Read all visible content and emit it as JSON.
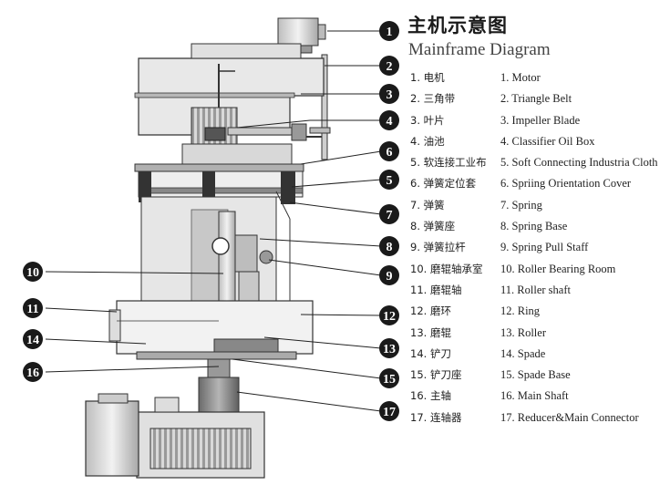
{
  "title_cn": "主机示意图",
  "title_en": "Mainframe Diagram",
  "legend": [
    {
      "cn": "1. 电机",
      "en": "1. Motor"
    },
    {
      "cn": "2. 三角带",
      "en": "2. Triangle Belt"
    },
    {
      "cn": "3. 叶片",
      "en": "3. Impeller Blade"
    },
    {
      "cn": "4. 油池",
      "en": "4. Classifier Oil Box"
    },
    {
      "cn": "5. 软连接工业布",
      "en": "5. Soft Connecting Industria Cloth"
    },
    {
      "cn": "6. 弹簧定位套",
      "en": "6. Spriing Orientation Cover"
    },
    {
      "cn": "7. 弹簧",
      "en": "7. Spring"
    },
    {
      "cn": "8. 弹簧座",
      "en": "8. Spring Base"
    },
    {
      "cn": "9. 弹簧拉杆",
      "en": "9. Spring Pull Staff"
    },
    {
      "cn": "10. 磨辊轴承室",
      "en": "10. Roller Bearing Room"
    },
    {
      "cn": "11. 磨辊轴",
      "en": "11. Roller shaft"
    },
    {
      "cn": "12. 磨环",
      "en": "12. Ring"
    },
    {
      "cn": "13. 磨辊",
      "en": "13. Roller"
    },
    {
      "cn": "14. 铲刀",
      "en": "14. Spade"
    },
    {
      "cn": "15. 铲刀座",
      "en": "15. Spade Base"
    },
    {
      "cn": "16. 主轴",
      "en": "16. Main Shaft"
    },
    {
      "cn": "17. 连轴器",
      "en": "17. Reducer&Main Connector"
    }
  ],
  "callouts": [
    "1",
    "2",
    "3",
    "4",
    "5",
    "6",
    "7",
    "8",
    "9",
    "10",
    "11",
    "12",
    "13",
    "14",
    "15",
    "16",
    "17"
  ]
}
